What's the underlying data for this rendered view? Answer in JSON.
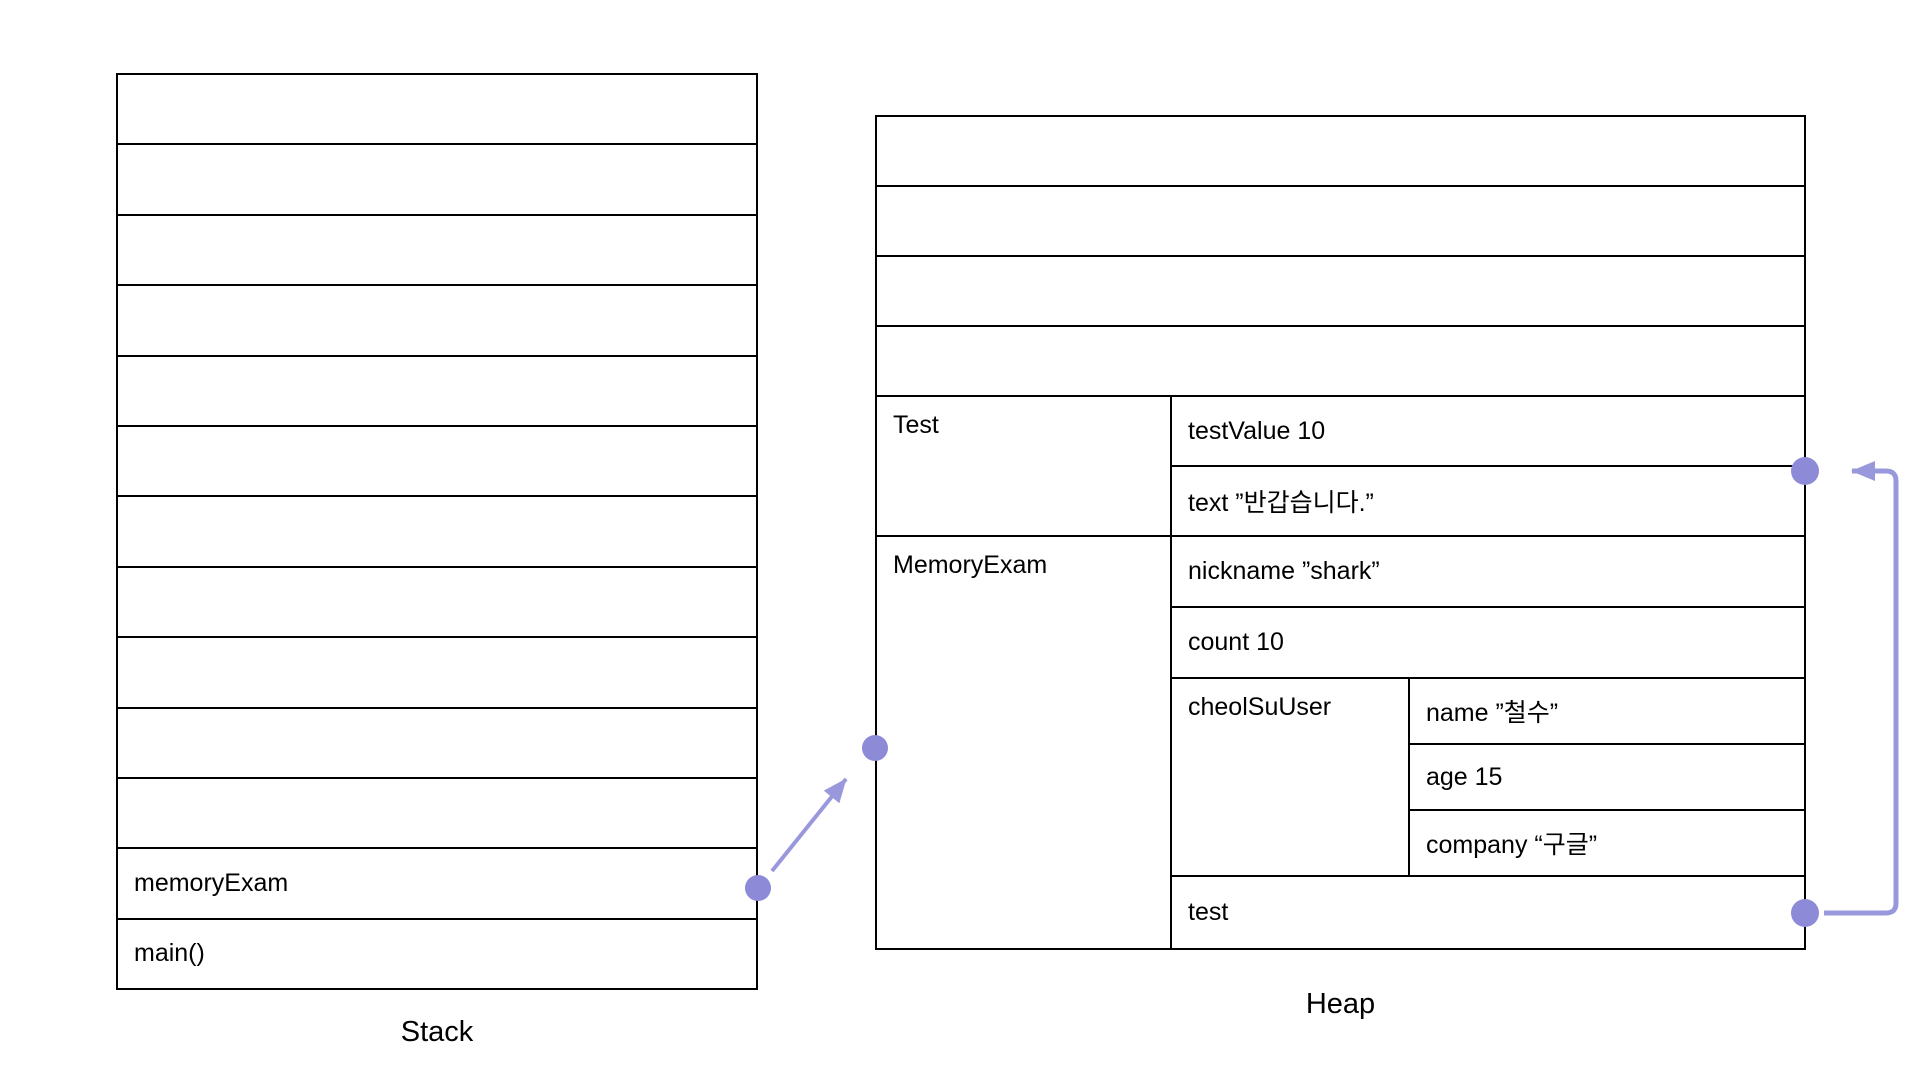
{
  "diagram": {
    "stack": {
      "label": "Stack",
      "empty_rows": 11,
      "frames": [
        "memoryExam",
        "main()"
      ]
    },
    "heap": {
      "label": "Heap",
      "empty_rows": 4,
      "sections": [
        {
          "name": "Test",
          "entries": [
            "testValue 10",
            "text ”반갑습니다.”"
          ]
        },
        {
          "name": "MemoryExam",
          "entries": [
            "nickname ”shark”",
            "count 10"
          ],
          "nested": {
            "name": "cheolSuUser",
            "entries": [
              "name ”철수”",
              "age 15",
              "company “구글”"
            ]
          },
          "tail_entry": "test"
        }
      ]
    },
    "pointers": {
      "dot_color": "#8d8ad7",
      "line_color": "#9a98dd"
    }
  }
}
